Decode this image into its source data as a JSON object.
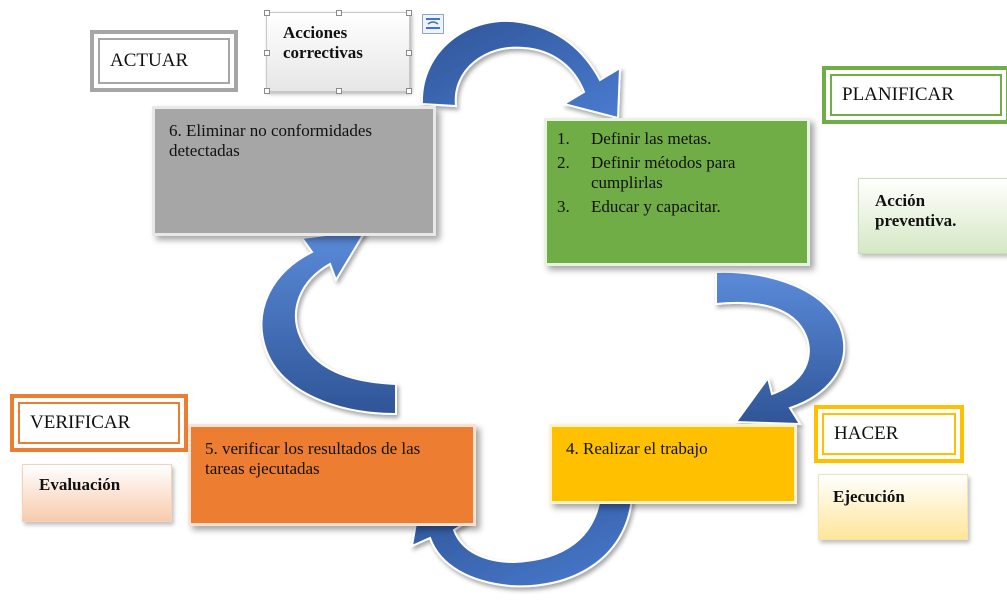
{
  "phases": {
    "actuar": "ACTUAR",
    "planificar": "PLANIFICAR",
    "hacer": "HACER",
    "verificar": "VERIFICAR"
  },
  "steps": {
    "actuar": "6. Eliminar no conformidades detectadas",
    "planificar": [
      {
        "num": "1.",
        "text": "Definir las metas."
      },
      {
        "num": "2.",
        "text": "Definir métodos para cumplirlas"
      },
      {
        "num": "3.",
        "text": "Educar y capacitar."
      }
    ],
    "hacer": "4. Realizar el trabajo",
    "verificar": "5. verificar los resultados de las tareas ejecutadas"
  },
  "actions": {
    "actuar": "Acciones correctivas",
    "planificar": "Acción preventiva.",
    "hacer": "Ejecución",
    "verificar": "Evaluación"
  },
  "colors": {
    "actuar": "#a6a6a6",
    "planificar": "#70ad47",
    "hacer": "#ffc000",
    "verificar": "#ed7d31",
    "arrow": "#4472c4",
    "arrow_dark": "#2f5597"
  }
}
